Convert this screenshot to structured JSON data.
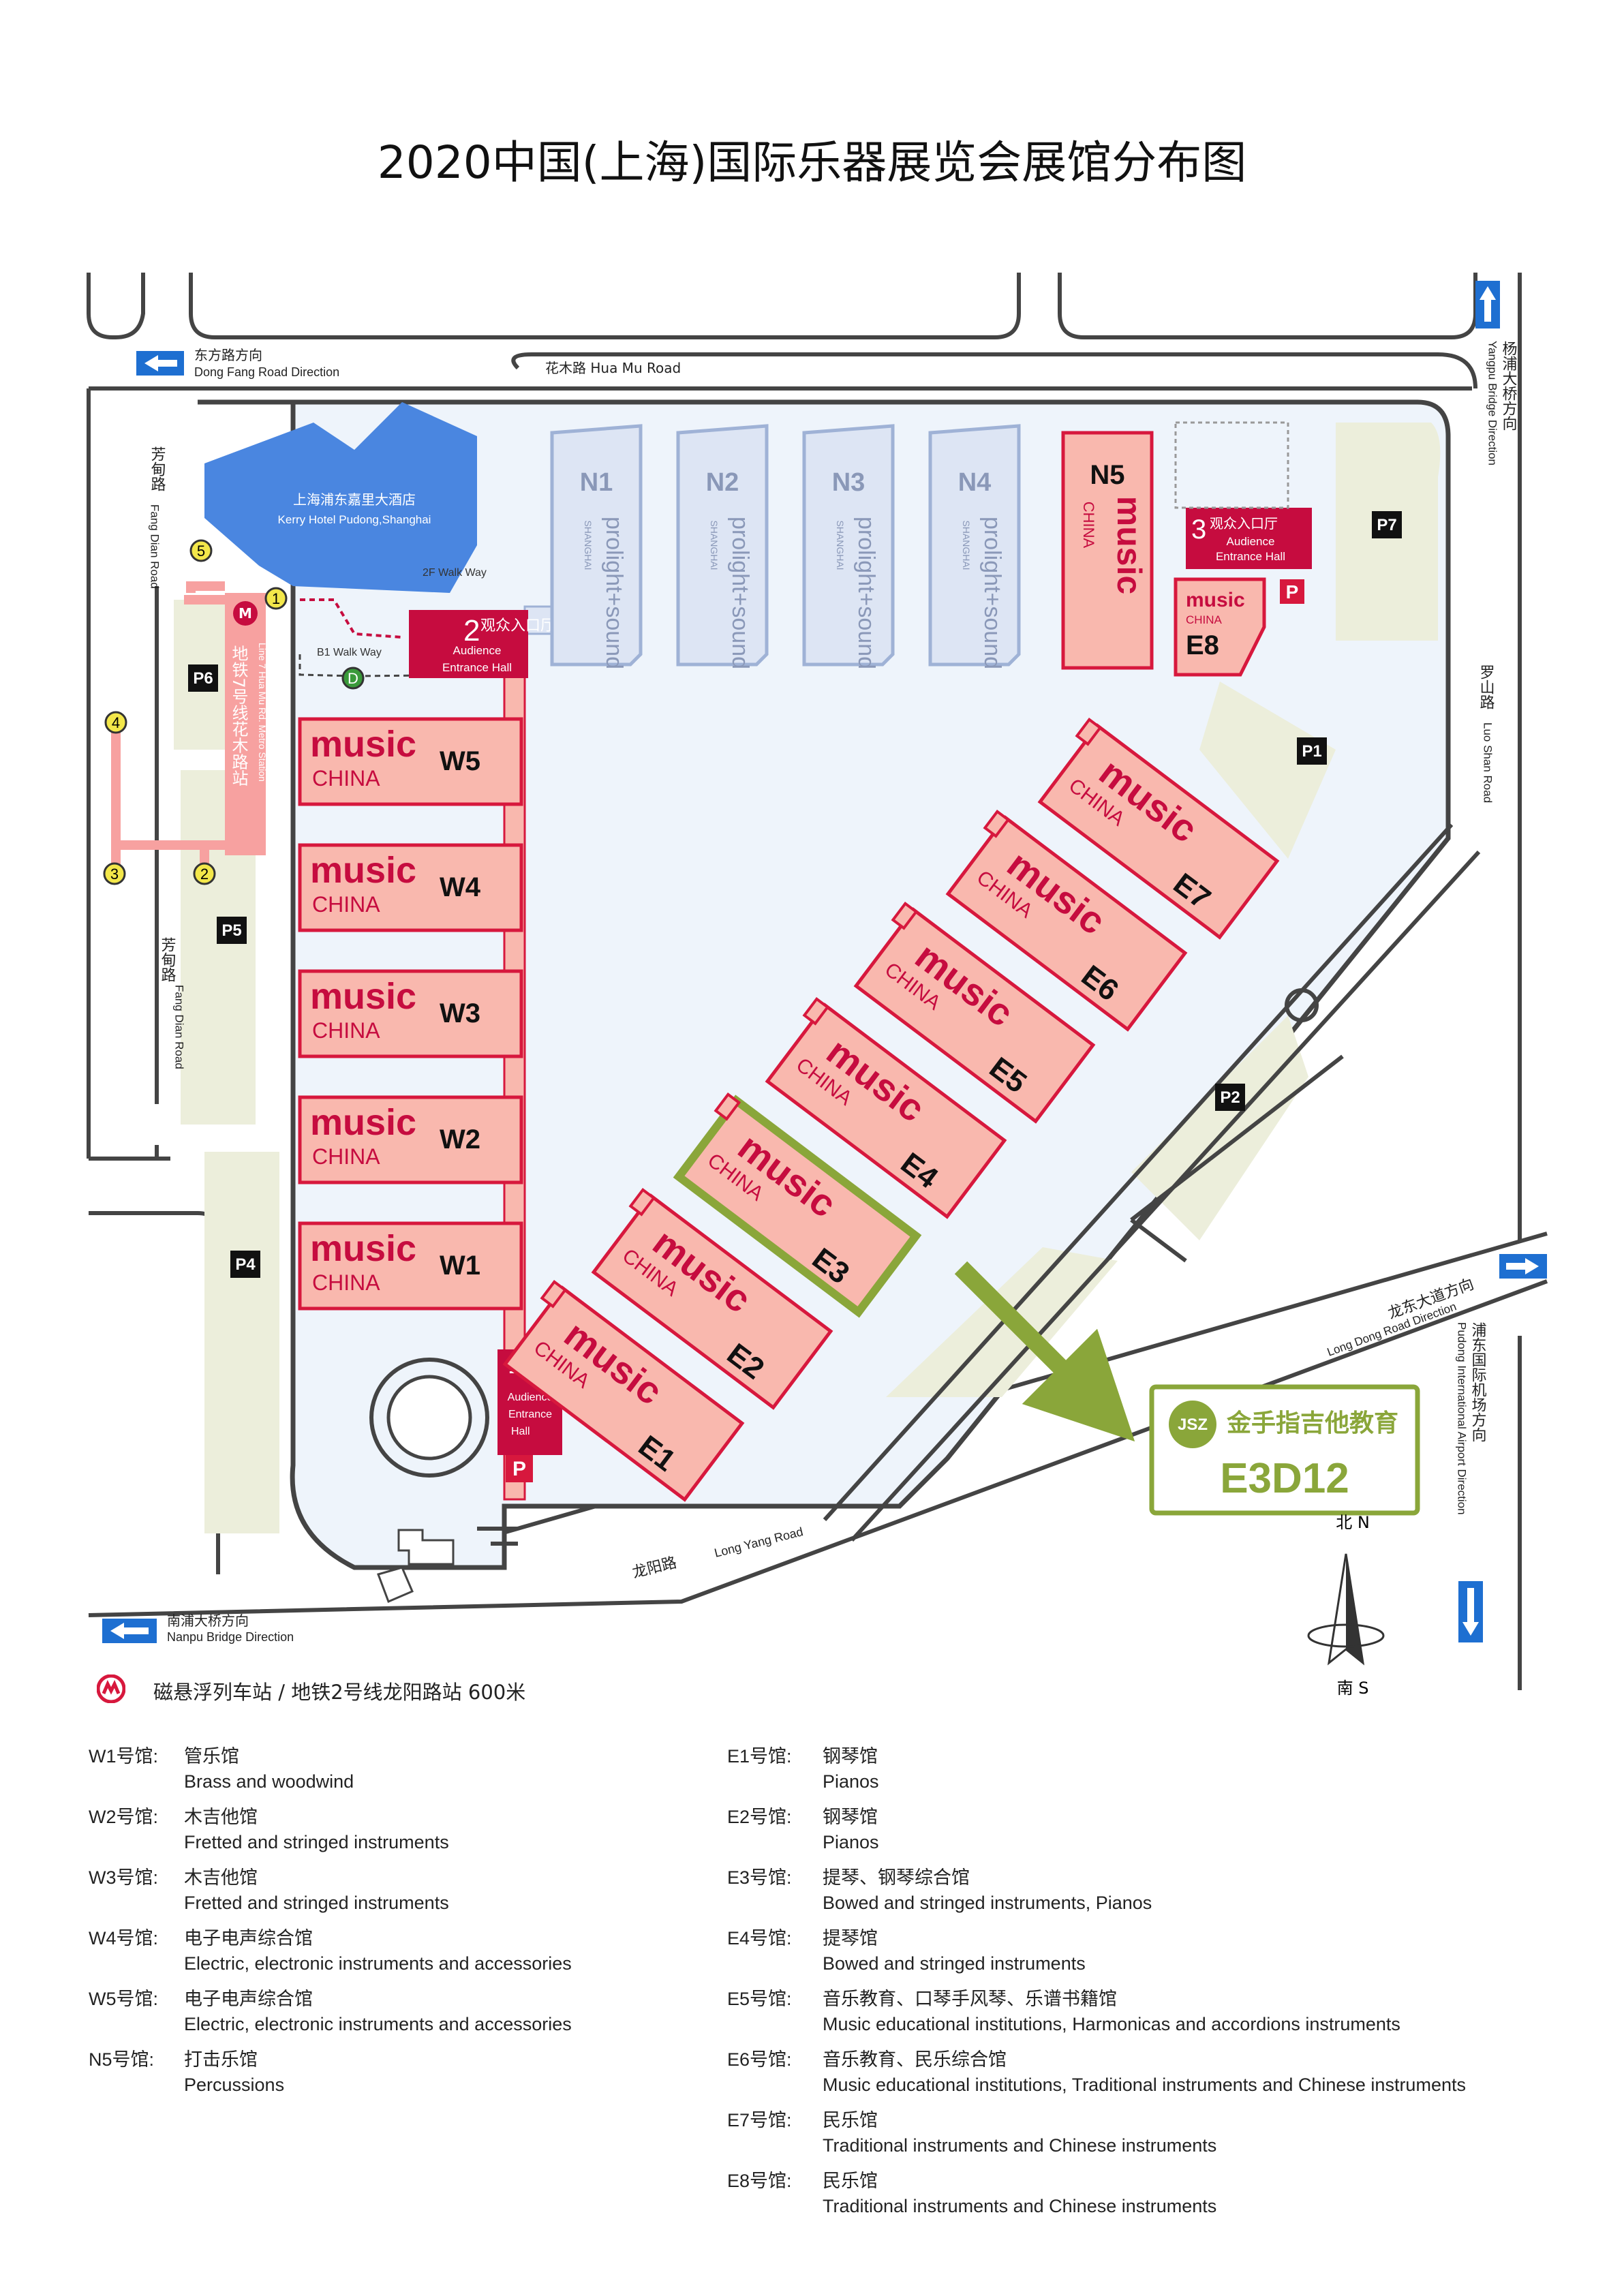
{
  "title": "2020中国(上海)国际乐器展览会展馆分布图",
  "roads": {
    "dongfang_zh": "东方路方向",
    "dongfang_en": "Dong Fang Road Direction",
    "huamu": "花木路 Hua Mu Road",
    "yangpu_zh": "杨浦大桥方向",
    "yangpu_en": "Yangpu Bridge Direction",
    "fangdian_zh": "芳甸路",
    "fangdian_en": "Fang Dian Road",
    "luoshan_zh": "罗山路",
    "luoshan_en": "Luo Shan Road",
    "longdong_zh": "龙东大道方向",
    "longdong_en": "Long Dong Road Direction",
    "pudong_zh": "浦东国际机场方向",
    "pudong_en": "Pudong International Airport Direction",
    "longyang_zh": "龙阳路",
    "longyang_en": "Long Yang Road",
    "nanpu_zh": "南浦大桥方向",
    "nanpu_en": "Nanpu Bridge Direction"
  },
  "hotel": {
    "zh": "上海浦东嘉里大酒店",
    "en": "Kerry Hotel Pudong,Shanghai"
  },
  "walkways": {
    "w2f": "2F Walk Way",
    "b1": "B1 Walk Way"
  },
  "metro": {
    "zh": "地铁7号线花木路站",
    "en": "Line 7 Hua Mu Rd. Metro Station"
  },
  "exits": [
    "1",
    "2",
    "3",
    "4",
    "5"
  ],
  "exit_d": "D",
  "entrances": {
    "e1": {
      "num": "1",
      "zh": "观众入口厅",
      "en": "Audience Entrance Hall"
    },
    "e2": {
      "num": "2",
      "zh": "观众入口厅",
      "en": "Audience Entrance Hall"
    },
    "e3": {
      "num": "3",
      "zh": "观众入口厅",
      "en": "Audience Entrance Hall"
    }
  },
  "brand": {
    "music": "music",
    "china": "CHINA",
    "prolight": "prolight+sound",
    "shanghai": "SHANGHAI"
  },
  "halls_n": [
    "N1",
    "N2",
    "N3",
    "N4"
  ],
  "hall_n5": "N5",
  "halls_w": [
    "W5",
    "W4",
    "W3",
    "W2",
    "W1"
  ],
  "halls_e": [
    "E7",
    "E6",
    "E5",
    "E4",
    "E3",
    "E2",
    "E1"
  ],
  "hall_e8": "E8",
  "parking": [
    "P7",
    "P1",
    "P2",
    "P6",
    "P5",
    "P4"
  ],
  "parking_p": "P",
  "booth": {
    "name": "金手指吉他教育",
    "logo": "JSZ",
    "code": "E3D12"
  },
  "compass": {
    "north": "北 N",
    "south": "南 S"
  },
  "metro_note": "磁悬浮列车站 / 地铁2号线龙阳路站  600米",
  "legend_left": [
    {
      "label": "W1号馆:",
      "zh": "管乐馆",
      "en": "Brass and  woodwind"
    },
    {
      "label": "W2号馆:",
      "zh": "木吉他馆",
      "en": "Fretted and stringed instruments"
    },
    {
      "label": "W3号馆:",
      "zh": "木吉他馆",
      "en": "Fretted and stringed instruments"
    },
    {
      "label": "W4号馆:",
      "zh": "电子电声综合馆",
      "en": "Electric, electronic instruments and accessories"
    },
    {
      "label": "W5号馆:",
      "zh": "电子电声综合馆",
      "en": "Electric, electronic instruments and accessories"
    },
    {
      "label": "N5号馆:",
      "zh": "打击乐馆",
      "en": "Percussions"
    }
  ],
  "legend_right": [
    {
      "label": "E1号馆:",
      "zh": "钢琴馆",
      "en": "Pianos"
    },
    {
      "label": "E2号馆:",
      "zh": "钢琴馆",
      "en": "Pianos"
    },
    {
      "label": "E3号馆:",
      "zh": "提琴、钢琴综合馆",
      "en": "Bowed and stringed instruments, Pianos"
    },
    {
      "label": "E4号馆:",
      "zh": "提琴馆",
      "en": "Bowed and stringed instruments"
    },
    {
      "label": "E5号馆:",
      "zh": "音乐教育、口琴手风琴、乐谱书籍馆",
      "en": "Music educational institutions, Harmonicas and accordions instruments"
    },
    {
      "label": "E6号馆:",
      "zh": "音乐教育、民乐综合馆",
      "en": "Music educational institutions, Traditional instruments and Chinese instruments"
    },
    {
      "label": "E7号馆:",
      "zh": "民乐馆",
      "en": "Traditional instruments and Chinese instruments"
    },
    {
      "label": "E8号馆:",
      "zh": "民乐馆",
      "en": "Traditional instruments and Chinese instruments"
    }
  ],
  "colors": {
    "hall_fill": "#f9b8ae",
    "hall_stroke": "#d7183d",
    "brand_red": "#c60c3f",
    "n_hall": "#dde5f4",
    "n_hall_stroke": "#9fb2d6",
    "hotel": "#4a86e0",
    "green_park": "#eceedb",
    "site": "#eef4fb",
    "accent_green": "#8aa63a",
    "metro_pink": "#f7a1a0"
  }
}
